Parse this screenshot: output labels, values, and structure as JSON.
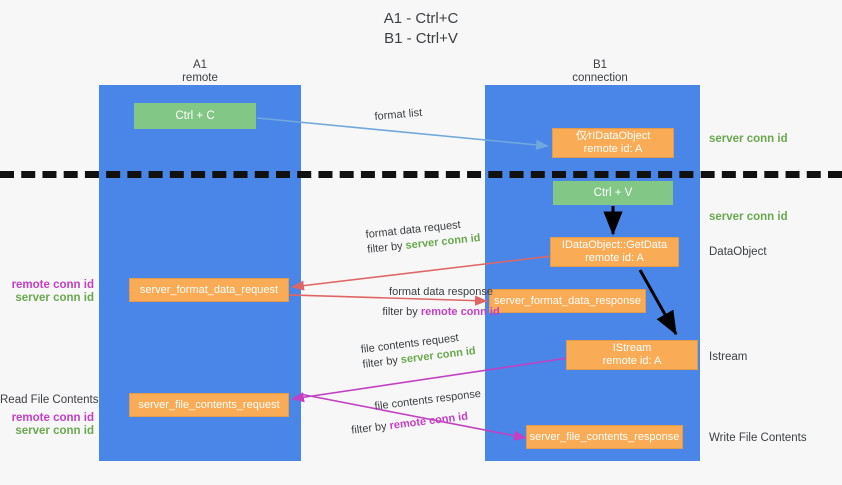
{
  "title": {
    "line1": "A1 - Ctrl+C",
    "line2": "B1 - Ctrl+V"
  },
  "lanes": [
    {
      "id": "a1",
      "name": "A1",
      "sub": "remote"
    },
    {
      "id": "b1",
      "name": "B1",
      "sub": "connection"
    }
  ],
  "boxes": {
    "ctrl_c": "Ctrl + C",
    "ctrl_v": "Ctrl + V",
    "idataobject": {
      "line1": "仅⁄rIDataObject",
      "line2": "remote id: A"
    },
    "getdata": {
      "line1": "IDataObject::GetData",
      "line2": "remote id: A"
    },
    "istream": {
      "line1": "IStream",
      "line2": "remote id: A"
    },
    "server_format_data_request": "server_format_data_request",
    "server_format_data_response": "server_format_data_response",
    "server_file_contents_request": "server_file_contents_request",
    "server_file_contents_response": "server_file_contents_response"
  },
  "edge_labels": {
    "format_list": "format list",
    "format_data_request": "format data request",
    "format_data_request_filter_prefix": "filter by ",
    "format_data_request_filter_value": "server conn id",
    "format_data_response": "format data response",
    "format_data_response_filter_prefix": "filter by ",
    "format_data_response_filter_value": "remote conn id",
    "file_contents_request": "file contents request",
    "file_contents_request_filter_prefix": "filter by ",
    "file_contents_request_filter_value": "server conn id",
    "file_contents_response": "file contents response",
    "file_contents_response_filter_prefix": "filter by ",
    "file_contents_response_filter_value": "remote conn id"
  },
  "side_labels": {
    "server_conn_id_top": "server conn id",
    "server_conn_id_mid": "server conn id",
    "dataobject": "DataObject",
    "istream": "Istream",
    "write_file_contents": "Write File Contents",
    "left_remote_conn_id_1": "remote conn id",
    "left_server_conn_id_1": "server conn id",
    "read_file_contents": "Read File Contents",
    "left_remote_conn_id_2": "remote conn id",
    "left_server_conn_id_2": "server conn id"
  },
  "colors": {
    "lane": "#4a86e8",
    "orange": "#f9ab55",
    "green_box": "#82c785",
    "green_text": "#6aa84f",
    "magenta_text": "#c340c3",
    "arrow_blue": "#6fa8dc",
    "arrow_red": "#e06666",
    "arrow_black": "#000000",
    "arrow_magenta": "#c340c3",
    "background": "#f7f7f7"
  }
}
